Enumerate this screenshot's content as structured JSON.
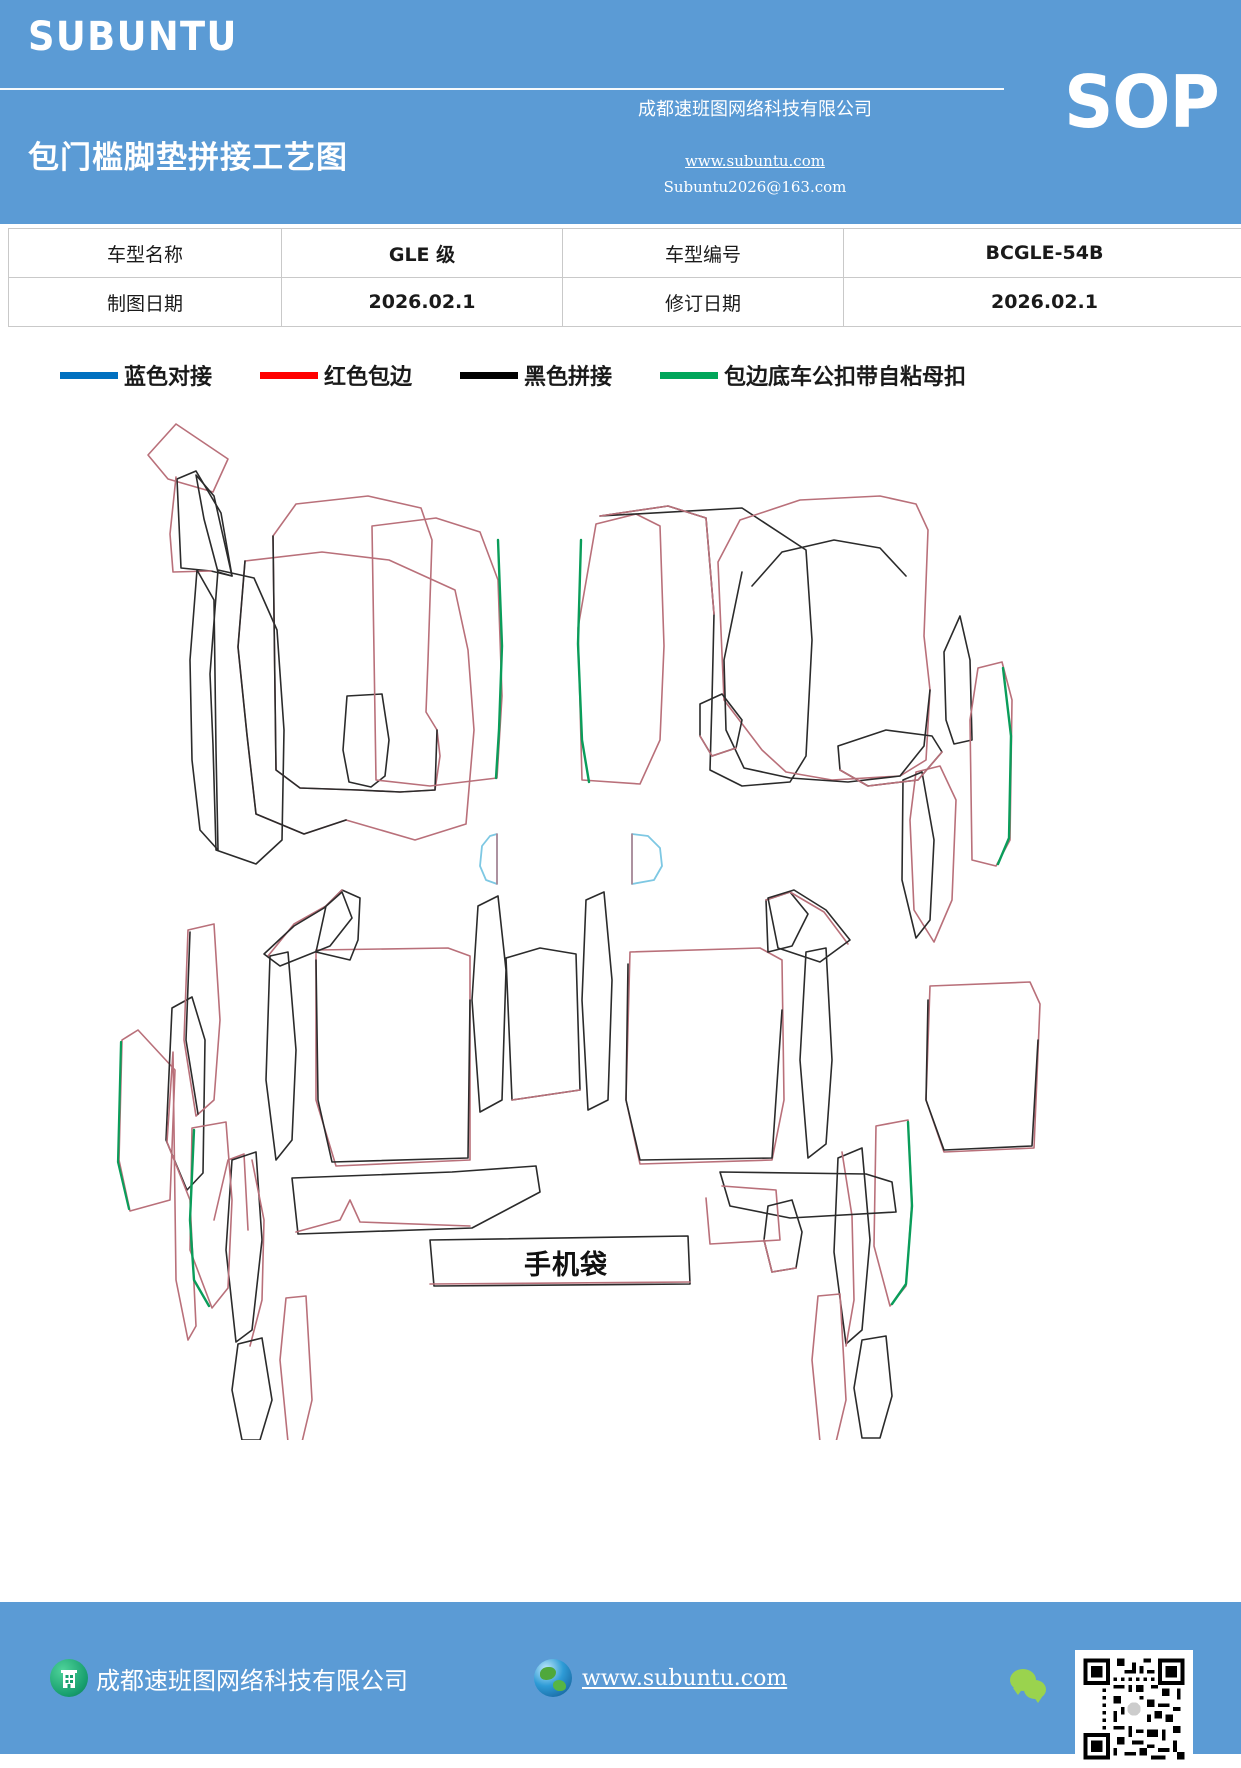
{
  "header": {
    "brand": "SUBUNTU",
    "doc_title": "包门槛脚垫拼接工艺图",
    "company_cn": "成都速班图网络科技有限公司",
    "website": "www.subuntu.com",
    "email": "Subuntu2026@163.com",
    "sop_badge": "SOP",
    "bg_color": "#5b9bd5"
  },
  "info_table": {
    "rows": [
      {
        "label1": "车型名称",
        "value1": "GLE 级",
        "label2": "车型编号",
        "value2": "BCGLE-54B"
      },
      {
        "label1": "制图日期",
        "value1": "2026.02.1",
        "label2": "修订日期",
        "value2": "2026.02.1"
      }
    ]
  },
  "legend": {
    "items": [
      {
        "label": "蓝色对接",
        "color": "#0070c0"
      },
      {
        "label": "红色包边",
        "color": "#ff0000"
      },
      {
        "label": "黑色拼接",
        "color": "#000000"
      },
      {
        "label": "包边底车公扣带自粘母扣",
        "color": "#00a65a"
      }
    ]
  },
  "drawing": {
    "pocket_label": "手机袋",
    "stroke_colors": {
      "red_edge": "#b9707a",
      "black_seam": "#2b2b2b",
      "green_hook": "#0a9d5a",
      "blue_butt": "#7ec8e3"
    }
  },
  "footer": {
    "company": "成都速班图网络科技有限公司",
    "website": "www.subuntu.com",
    "bg_color": "#5b9bd5"
  }
}
